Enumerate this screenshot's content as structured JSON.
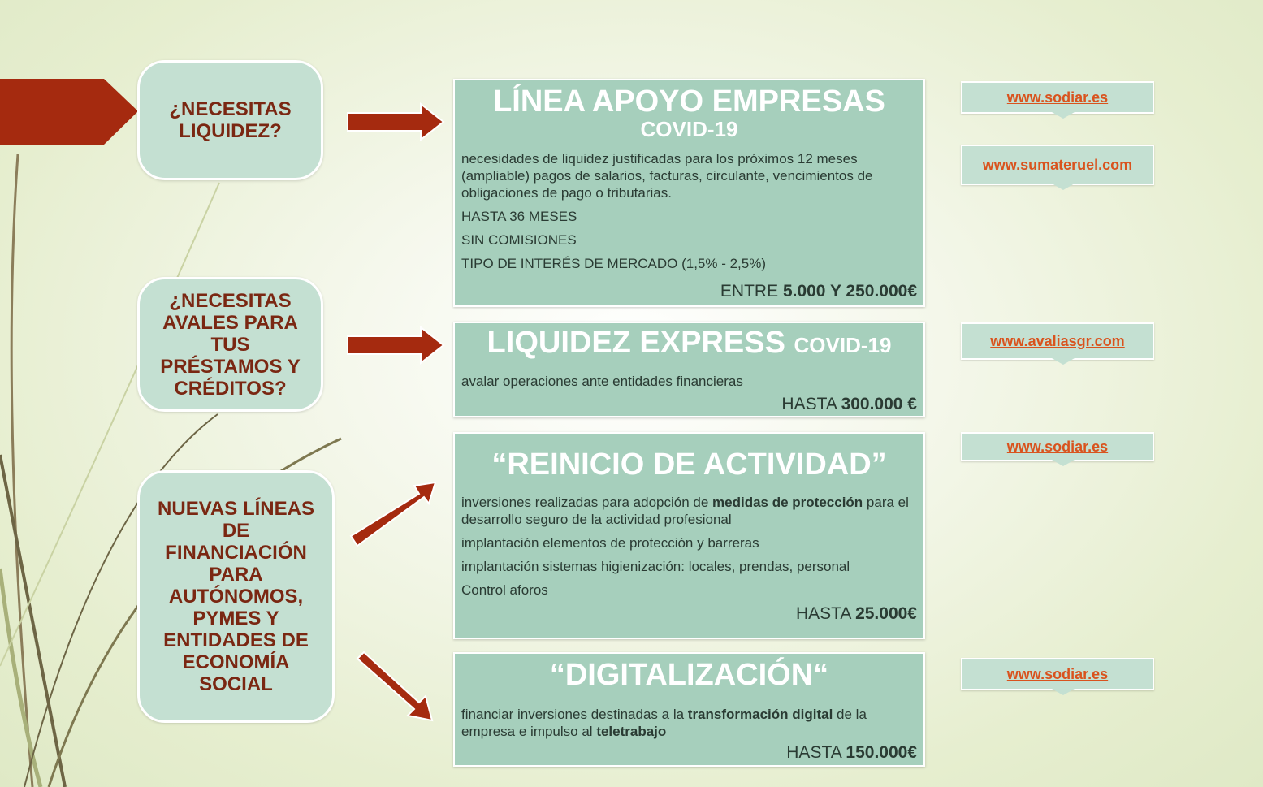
{
  "colors": {
    "accent": "#a52a0f",
    "panel": "#a6cfbc",
    "bubble": "#c4e0d2",
    "bubble_text": "#7a2712",
    "link": "#d9531e"
  },
  "questions": {
    "liquidez": "¿NECESITAS LIQUIDEZ?",
    "avales": "¿NECESITAS AVALES PARA TUS PRÉSTAMOS Y CRÉDITOS?",
    "nuevas": "NUEVAS LÍNEAS DE FINANCIACIÓN PARA AUTÓNOMOS, PYMES Y ENTIDADES DE ECONOMÍA SOCIAL"
  },
  "panels": {
    "apoyo": {
      "title": "LÍNEA APOYO EMPRESAS",
      "subtitle": "COVID-19",
      "lines": [
        "necesidades de liquidez justificadas para los próximos 12 meses (ampliable) pagos de salarios, facturas, circulante, vencimientos de obligaciones de pago o tributarias.",
        "HASTA 36 MESES",
        "SIN COMISIONES",
        "TIPO DE INTERÉS DE MERCADO (1,5% - 2,5%)"
      ],
      "amount_prefix": "ENTRE ",
      "amount_value": "5.000 Y 250.000€"
    },
    "express": {
      "title": "LIQUIDEZ EXPRESS",
      "subtitle": "COVID-19",
      "lines": [
        "avalar operaciones ante entidades financieras"
      ],
      "amount_prefix": "HASTA ",
      "amount_value": "300.000 €"
    },
    "reinicio": {
      "title": "“REINICIO DE ACTIVIDAD”",
      "line1_pre": "inversiones realizadas para adopción de ",
      "line1_bold": "medidas de protección",
      "line1_post": " para el desarrollo seguro de la actividad profesional",
      "lines": [
        "implantación elementos de protección y barreras",
        "implantación sistemas higienización: locales, prendas, personal",
        "Control aforos"
      ],
      "amount_prefix": "HASTA ",
      "amount_value": "25.000€"
    },
    "digital": {
      "title": "“DIGITALIZACIÓN“",
      "pre": "financiar inversiones destinadas a la ",
      "bold1": "transformación digital",
      "mid": " de la empresa e impulso al ",
      "bold2": "teletrabajo",
      "amount_prefix": "HASTA ",
      "amount_value": "150.000€"
    }
  },
  "links": [
    "www.sodiar.es",
    "www.sumateruel.com",
    "www.avaliasgr.com",
    "www.sodiar.es",
    "www.sodiar.es"
  ]
}
